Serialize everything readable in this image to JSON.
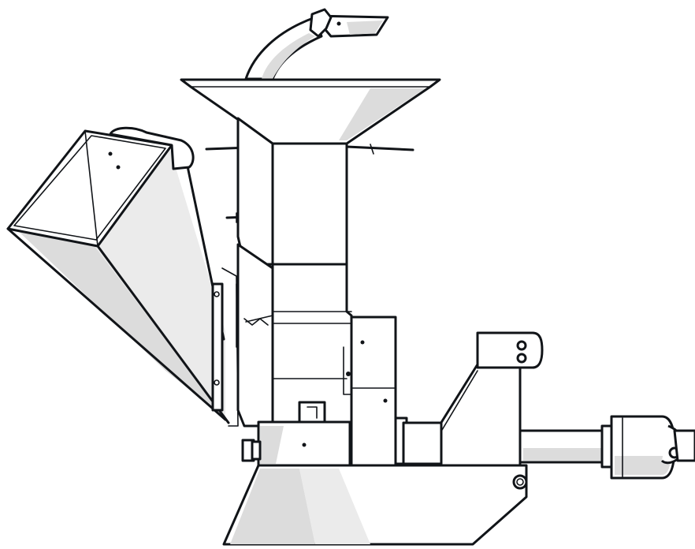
{
  "colors": {
    "line": "#111418",
    "shade": "#dcdcdc",
    "shade_light": "#ebebeb",
    "background": "#ffffff"
  },
  "parts": [
    "deflector-chute",
    "discharge-funnel",
    "feed-hopper",
    "rotor-housing",
    "frame",
    "pto-shaft",
    "hitch-bracket"
  ]
}
